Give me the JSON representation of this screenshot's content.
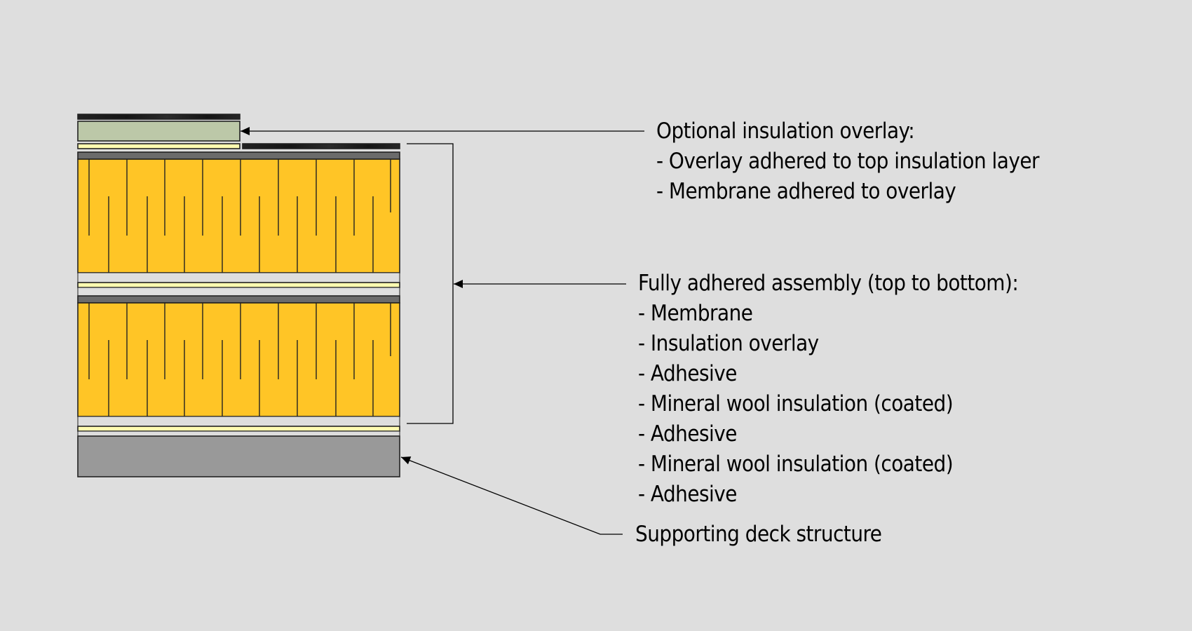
{
  "diagram": {
    "title": "Fully adhered roof assembly section",
    "colors": {
      "background": "#dedede",
      "membrane": "#1e1e1e",
      "membrane_coating": "#6b6b6b",
      "insulation_overlay": "#bcc8a8",
      "adhesive": "#fffbb0",
      "mineral_wool": "#ffc526",
      "deck": "#999999",
      "outline": "#222222"
    },
    "layers_top_to_bottom": [
      "Membrane (on optional overlay)",
      "Optional insulation overlay",
      "Adhesive",
      "Membrane",
      "Mineral wool insulation (coated)",
      "Adhesive",
      "Mineral wool insulation (coated)",
      "Adhesive",
      "Supporting deck structure"
    ]
  },
  "callouts": {
    "overlay": {
      "title": "Optional insulation overlay:",
      "items": [
        "- Overlay adhered to top insulation layer",
        "- Membrane adhered to overlay"
      ]
    },
    "assembly": {
      "title": "Fully adhered assembly (top to bottom):",
      "items": [
        "- Membrane",
        "- Insulation overlay",
        "- Adhesive",
        "- Mineral wool insulation (coated)",
        "- Adhesive",
        "- Mineral wool insulation (coated)",
        "- Adhesive"
      ]
    },
    "deck": {
      "title": "Supporting deck structure"
    }
  }
}
